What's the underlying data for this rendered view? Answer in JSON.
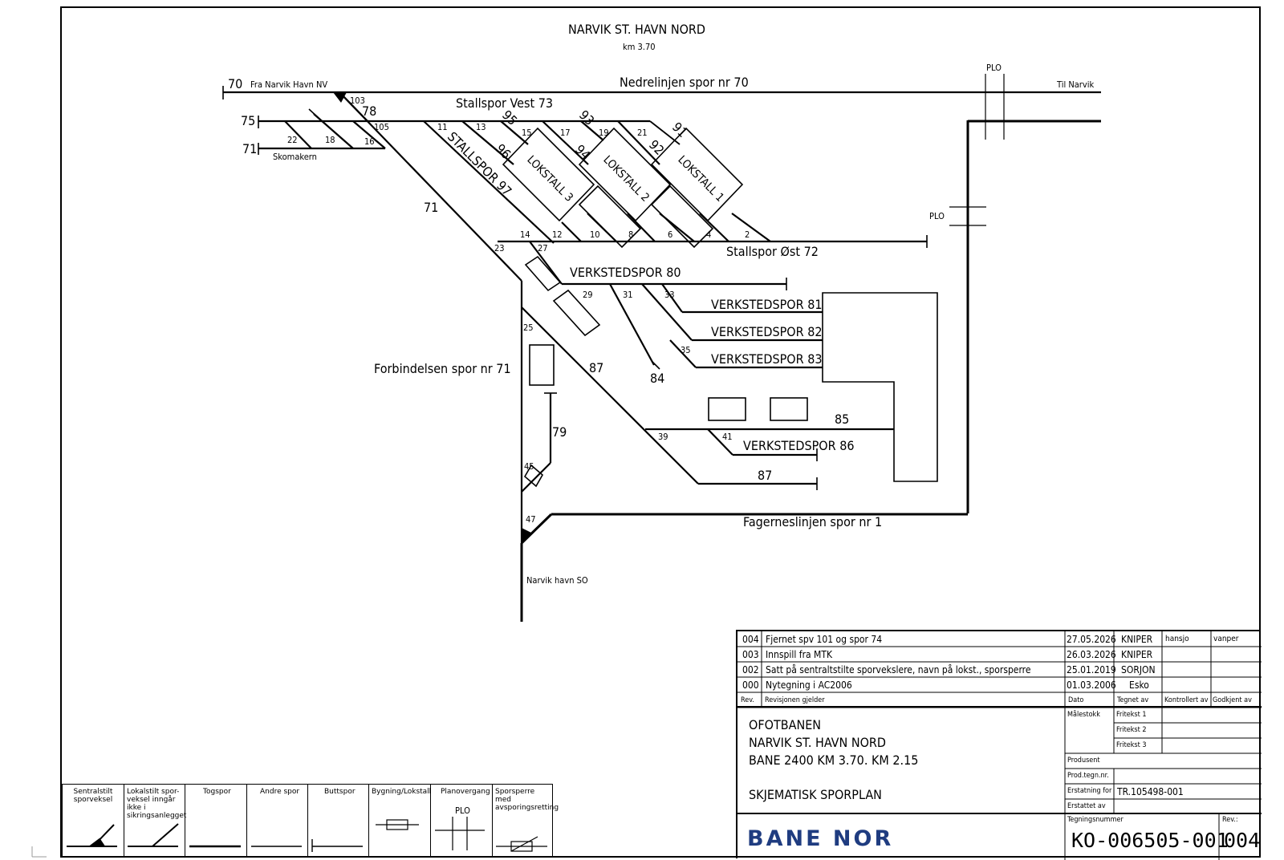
{
  "header": {
    "title": "NARVIK ST. HAVN NORD",
    "km": "km 3.70"
  },
  "tracks": {
    "nedrelinjen": "Nedrelinjen spor nr 70",
    "fra_narvik": "Fra Narvik Havn NV",
    "til_narvik": "Til Narvik",
    "stallspor_vest": "Stallspor Vest 73",
    "stallspor_ost": "Stallspor Øst 72",
    "stallspor_97": "STALLSPOR 97",
    "verkstedspor_80": "VERKSTEDSPOR 80",
    "verkstedspor_81": "VERKSTEDSPOR 81",
    "verkstedspor_82": "VERKSTEDSPOR 82",
    "verkstedspor_83": "VERKSTEDSPOR 83",
    "verkstedspor_86": "VERKSTEDSPOR 86",
    "forbindelsen": "Forbindelsen spor nr 71",
    "fagerneslinjen": "Fagerneslinjen spor nr 1",
    "narvik_havn_so": "Narvik havn SO",
    "skomakern": "Skomakern",
    "lokstall_1": "LOKSTALL 1",
    "lokstall_2": "LOKSTALL 2",
    "lokstall_3": "LOKSTALL 3",
    "plo_top": "PLO",
    "plo_right": "PLO"
  },
  "track_numbers": {
    "t70": "70",
    "t75": "75",
    "t71a": "71",
    "t71b": "71",
    "t78": "78",
    "t95": "95",
    "t93": "93",
    "t91": "91",
    "t96": "96",
    "t94": "94",
    "t92": "92",
    "t84": "84",
    "t87a": "87",
    "t87b": "87",
    "t85": "85",
    "t79": "79"
  },
  "switches": {
    "s103": "103",
    "s105": "105",
    "s22": "22",
    "s18": "18",
    "s16": "16",
    "s11": "11",
    "s13": "13",
    "s15": "15",
    "s17": "17",
    "s19": "19",
    "s21": "21",
    "s14": "14",
    "s12": "12",
    "s10": "10",
    "s8": "8",
    "s6": "6",
    "s4": "4",
    "s2": "2",
    "s23": "23",
    "s27": "27",
    "s29": "29",
    "s31": "31",
    "s33": "33",
    "s35": "35",
    "s25": "25",
    "s39": "39",
    "s41": "41",
    "s45": "45",
    "s47": "47"
  },
  "legend": {
    "sentraltstilt": "Sentralstilt sporveksel",
    "lokalstilt": "Lokalstilt spor- veksel inngår ikke i sikringsanlegget",
    "togspor": "Togspor",
    "andre_spor": "Andre spor",
    "buttspor": "Buttspor",
    "bygning": "Bygning/Lokstall",
    "planovergang": "Planovergang",
    "plo": "PLO",
    "sporsperre": "Sporsperre med avsporingsretting"
  },
  "revisions": [
    {
      "rev": "004",
      "text": "Fjernet spv 101 og spor 74",
      "date": "27.05.2026",
      "by": "KNIPER",
      "k1": "hansjo",
      "k2": "vanper"
    },
    {
      "rev": "003",
      "text": "Innspill fra MTK",
      "date": "26.03.2026",
      "by": "KNIPER",
      "k1": "",
      "k2": ""
    },
    {
      "rev": "002",
      "text": "Satt på sentraltstilte sporvekslere, navn på lokst., sporsperre",
      "date": "25.01.2019",
      "by": "SORJON",
      "k1": "",
      "k2": ""
    },
    {
      "rev": "000",
      "text": "Nytegning i AC2006",
      "date": "01.03.2006",
      "by": "Esko",
      "k1": "",
      "k2": ""
    }
  ],
  "rev_headers": {
    "rev": "Rev.",
    "text": "Revisjonen gjelder",
    "date": "Dato",
    "drawn": "Tegnet av",
    "checked": "Kontrollert av",
    "approved": "Godkjent av"
  },
  "titleblock": {
    "line1": "OFOTBANEN",
    "line2": "NARVIK ST. HAVN NORD",
    "line3": "BANE 2400  KM 3.70. KM 2.15",
    "line4": "SKJEMATISK SPORPLAN",
    "malestokk": "Målestokk",
    "fritekst1": "Fritekst 1",
    "fritekst2": "Fritekst 2",
    "fritekst3": "Fritekst 3",
    "produsent": "Produsent",
    "prod_tegn": "Prod.tegn.nr.",
    "erstatning": "Erstatning for",
    "erstatning_val": "TR.105498-001",
    "erstattet": "Erstattet av",
    "tegningsnummer": "Tegningsnummer",
    "drawing_no": "KO-006505-001",
    "rev_label": "Rev.:",
    "rev_value": "004",
    "logo": "BANE NOR"
  }
}
